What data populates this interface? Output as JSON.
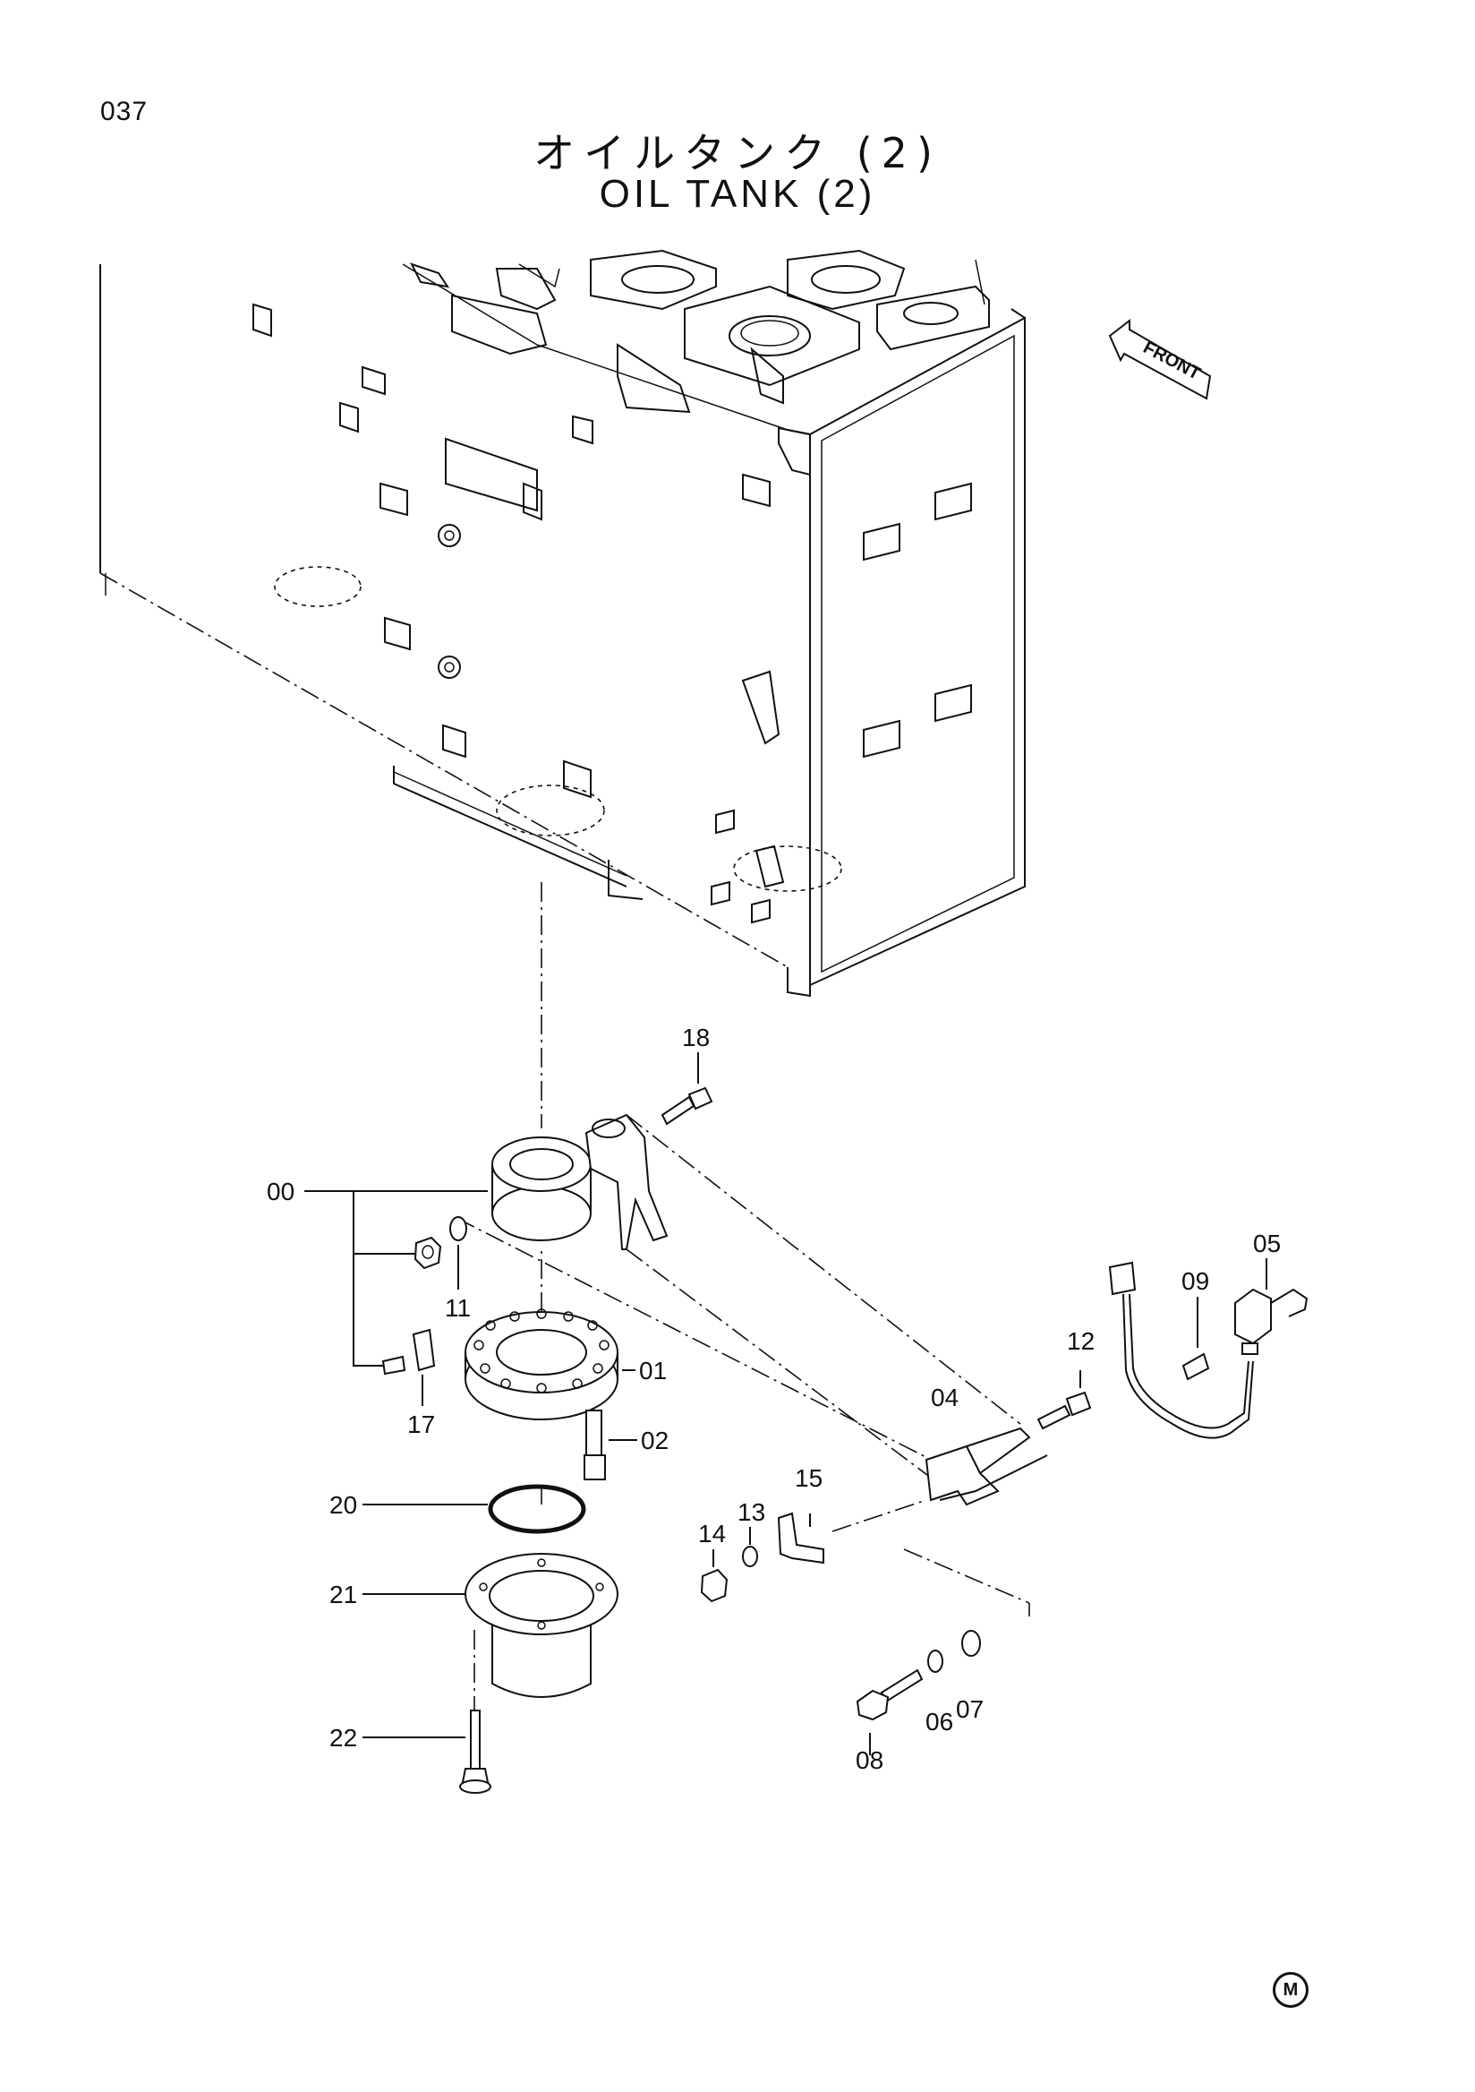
{
  "page_number": "037",
  "title_jp": "オイルタンク (2)",
  "title_en": "OIL TANK (2)",
  "front_label": "FRONT",
  "corner_mark": "M",
  "part_labels": {
    "p00": "00",
    "p01": "01",
    "p02": "02",
    "p04": "04",
    "p05": "05",
    "p06": "06",
    "p07": "07",
    "p08": "08",
    "p09": "09",
    "p11": "11",
    "p12": "12",
    "p13": "13",
    "p14": "14",
    "p15": "15",
    "p17": "17",
    "p18": "18",
    "p20": "20",
    "p21": "21",
    "p22": "22"
  }
}
